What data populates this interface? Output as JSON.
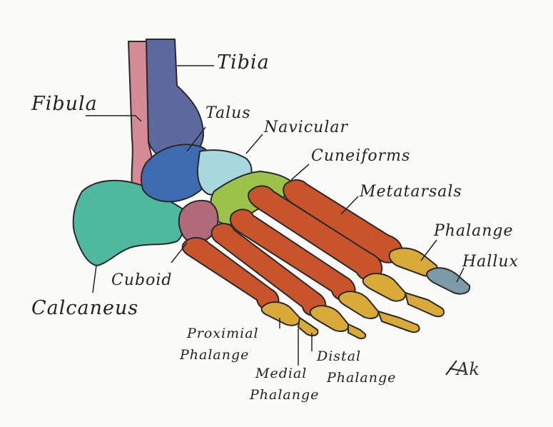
{
  "labels": {
    "tibia": "Tibia",
    "fibula": "Fibula",
    "talus": "Talus",
    "navicular": "Navicular",
    "cuneiforms": "Cuneiforms",
    "metatarsals": "Metatarsals",
    "phalange": "Phalange",
    "hallux": "Hallux",
    "cuboid": "Cuboid",
    "calcaneus": "Calcaneus",
    "proximial_line1": "Proximial",
    "proximial_line2": "Phalange",
    "medial_line1": "Medial",
    "medial_line2": "Phalange",
    "distal_line1": "Distal",
    "distal_line2": "Phalange"
  },
  "signature": "Ak",
  "colors": {
    "tibia": "#5d6aa0",
    "fibula": "#d58b96",
    "talus": "#3f6bb0",
    "navicular": "#a8d8de",
    "cuneiforms": "#9cc24a",
    "metatarsals": "#c9542c",
    "phalanges": "#d9a93a",
    "hallux": "#7d9aa8",
    "cuboid": "#b06a78",
    "calcaneus": "#4fb9a0"
  }
}
